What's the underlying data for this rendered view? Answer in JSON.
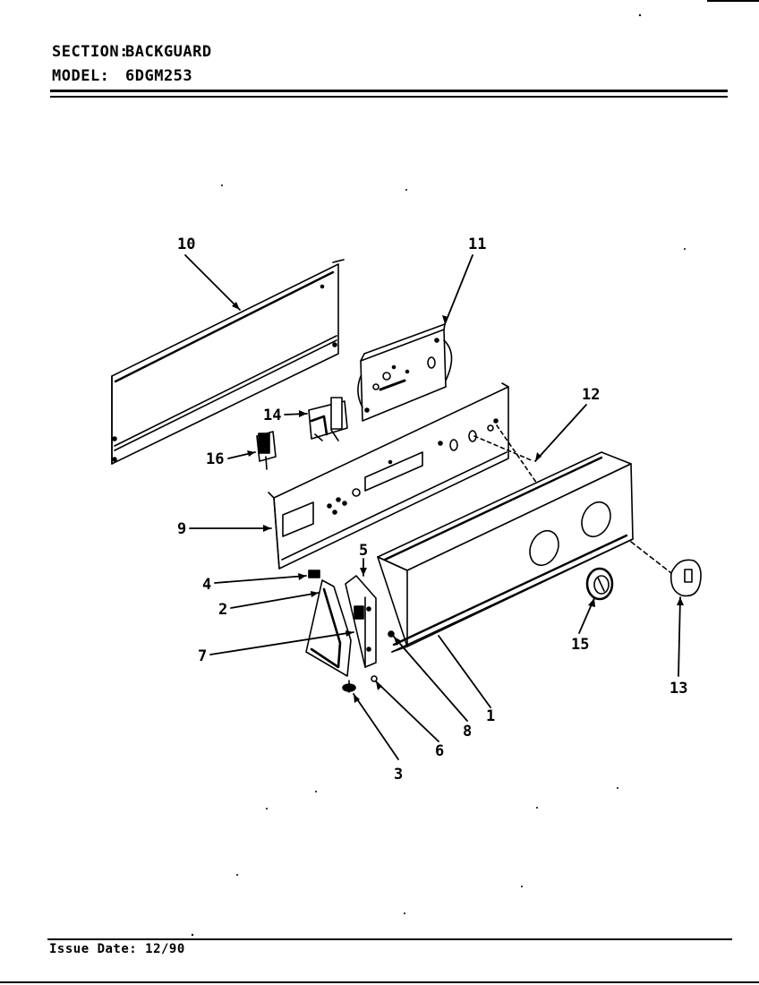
{
  "header": {
    "section_label": "SECTION:",
    "section_value": "BACKGUARD",
    "model_label": "MODEL:",
    "model_value": "6DGM253"
  },
  "callouts": [
    "10",
    "11",
    "12",
    "14",
    "16",
    "9",
    "5",
    "4",
    "2",
    "7",
    "1",
    "8",
    "6",
    "3",
    "15",
    "13"
  ],
  "footer": {
    "issue_date": "Issue Date: 12/90"
  }
}
